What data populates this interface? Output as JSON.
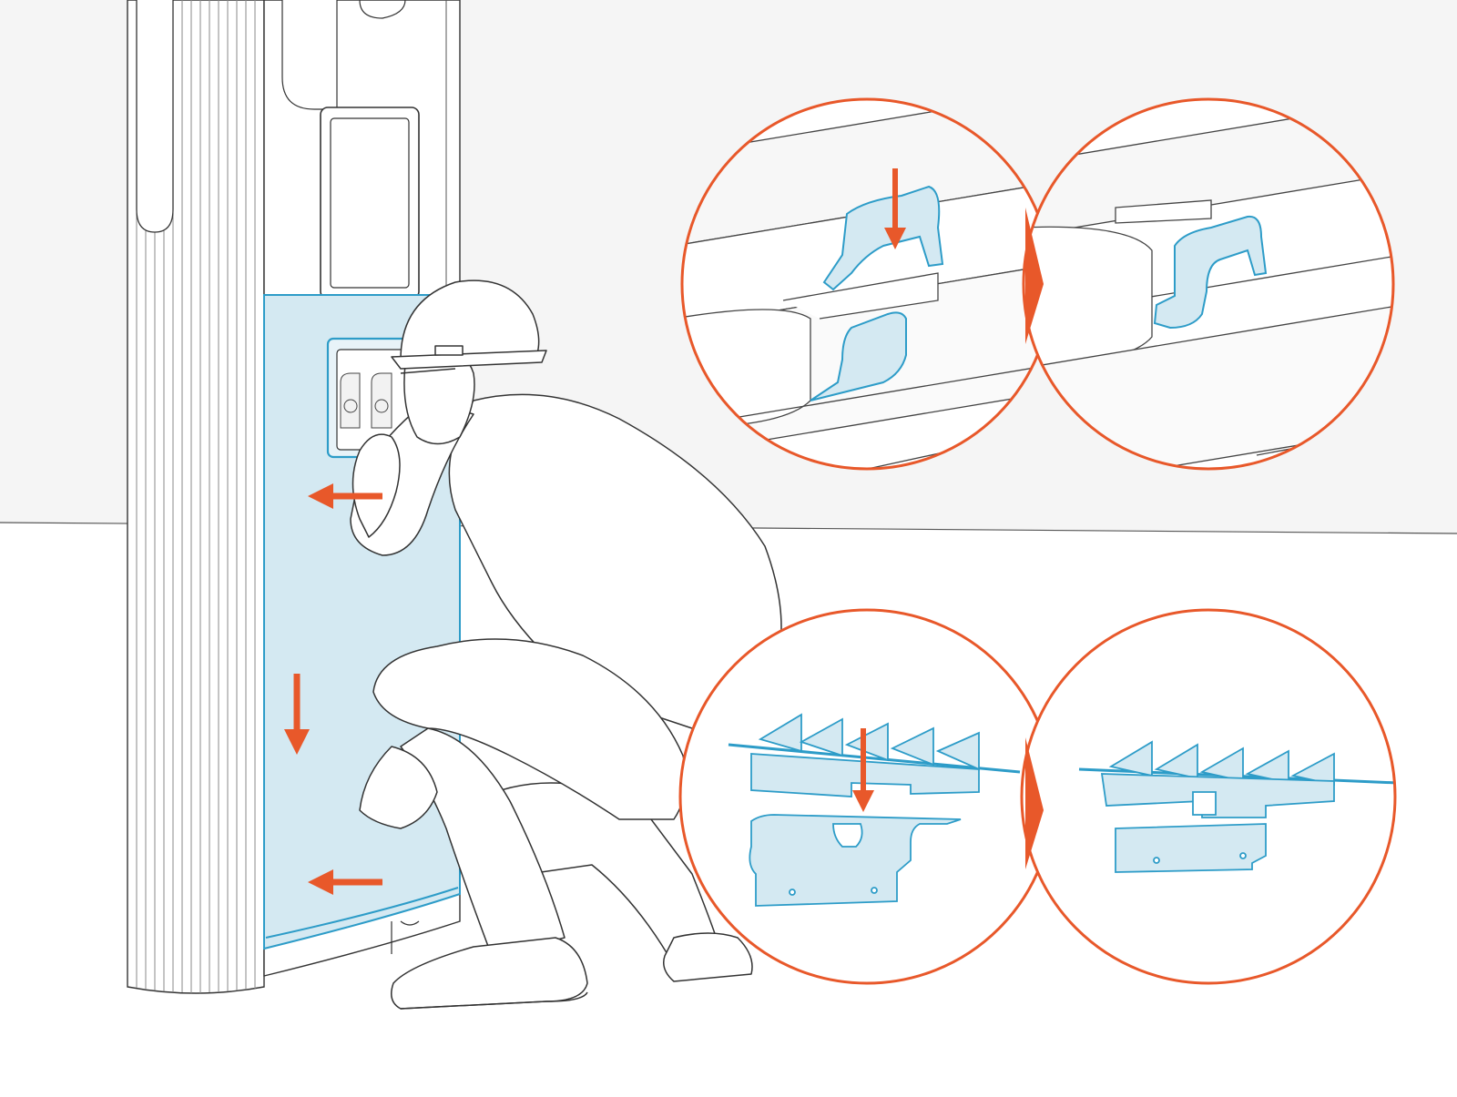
{
  "illustration": {
    "colors": {
      "accent": "#E8582A",
      "part_fill": "#D4E9F2",
      "part_stroke": "#2D9CC8",
      "line": "#3a3a3a",
      "wall": "#F5F5F5",
      "floor": "#FFFFFF"
    },
    "callouts": [
      {
        "name": "clip-before",
        "state": "before"
      },
      {
        "name": "clip-after",
        "state": "after"
      },
      {
        "name": "hook-before",
        "state": "before"
      },
      {
        "name": "hook-after",
        "state": "after"
      }
    ],
    "arrows": [
      {
        "name": "push-left-upper",
        "direction": "left"
      },
      {
        "name": "push-down-lower",
        "direction": "down"
      },
      {
        "name": "push-left-lower",
        "direction": "left"
      },
      {
        "name": "clip-press-down",
        "direction": "down"
      },
      {
        "name": "hook-press-down",
        "direction": "down"
      },
      {
        "name": "step-indicator-top",
        "direction": "right"
      },
      {
        "name": "step-indicator-bottom",
        "direction": "right"
      }
    ]
  }
}
